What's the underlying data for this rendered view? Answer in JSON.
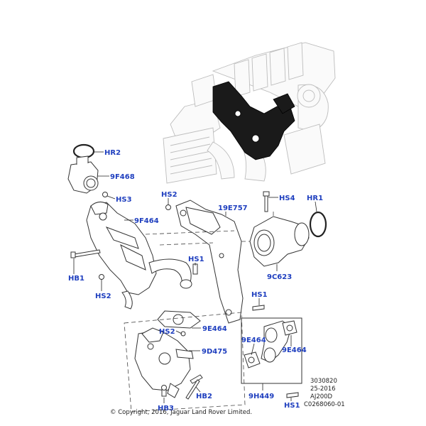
{
  "callouts": {
    "hr2": "HR2",
    "f468": "9F468",
    "hs3": "HS3",
    "f464": "9F464",
    "hs2_a": "HS2",
    "e757": "19E757",
    "hs4": "HS4",
    "hr1": "HR1",
    "hs1_a": "HS1",
    "c623": "9C623",
    "hb1": "HB1",
    "hs2_b": "HS2",
    "hs1_b": "HS1",
    "hs2_c": "HS2",
    "e464_a": "9E464",
    "d475": "9D475",
    "e464_b": "9E464",
    "e464_c": "9E464",
    "h449": "9H449",
    "hb2": "HB2",
    "hb3": "HB3",
    "hs1_c": "HS1"
  },
  "footer": {
    "copyright": "© Copyright, 2016, Jaguar Land Rover Limited.",
    "ref_lines": [
      "3030820",
      "25-2016",
      "AJ200D",
      "C0268060-01"
    ]
  }
}
